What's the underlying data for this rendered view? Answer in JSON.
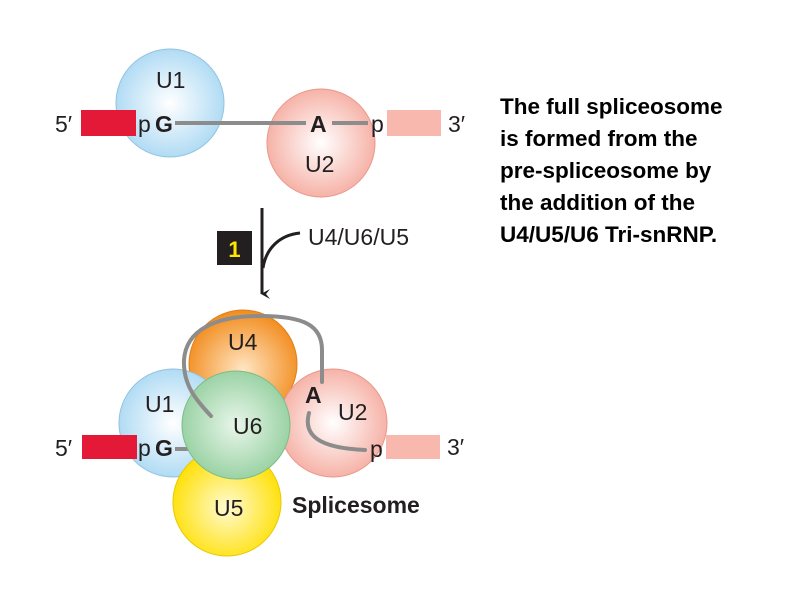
{
  "top": {
    "five_prime": "5′",
    "pG_p": "p",
    "pG_G": "G",
    "branch_A": "A",
    "p3": "p",
    "three_prime": "3′",
    "u1": "U1",
    "u2": "U2"
  },
  "step": {
    "number": "1",
    "reagent": "U4/U6/U5"
  },
  "bottom": {
    "five_prime": "5′",
    "pG_p": "p",
    "pG_G": "G",
    "branch_A": "A",
    "p3": "p",
    "three_prime": "3′",
    "u1": "U1",
    "u2": "U2",
    "u4": "U4",
    "u5": "U5",
    "u6": "U6",
    "title": "Splicesome"
  },
  "caption": [
    "The full spliceosome",
    "is formed from the",
    "pre-spliceosome by",
    "the addition of the",
    "U4/U5/U6 Tri-snRNP."
  ],
  "colors": {
    "u1": "#a9d8f3",
    "u2": "#f7b4a8",
    "u4": "#f7941d",
    "u5": "#ffe200",
    "u6": "#9fd5a8",
    "exon5": "#e31937",
    "exon3": "#f9b8ae",
    "intron": "#8c8c8c"
  }
}
